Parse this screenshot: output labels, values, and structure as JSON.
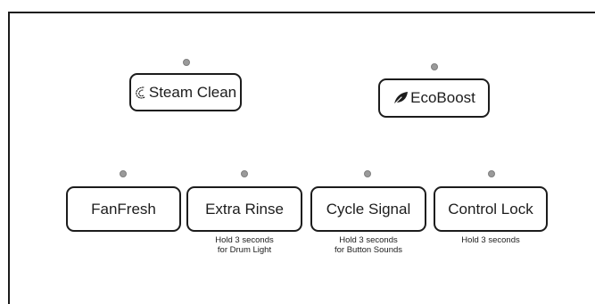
{
  "panel": {
    "top_row": [
      {
        "key": "steam_clean",
        "label": "Steam Clean",
        "icon": "steam-icon"
      },
      {
        "key": "ecoboost",
        "label": "EcoBoost",
        "icon": "leaf-icon"
      }
    ],
    "bottom_row": [
      {
        "key": "fanfresh",
        "label": "FanFresh",
        "hint_lines": []
      },
      {
        "key": "extra_rinse",
        "label": "Extra Rinse",
        "hint_lines": [
          "Hold 3 seconds",
          "for Drum Light"
        ]
      },
      {
        "key": "cycle_signal",
        "label": "Cycle Signal",
        "hint_lines": [
          "Hold 3 seconds",
          "for Button Sounds"
        ]
      },
      {
        "key": "control_lock",
        "label": "Control Lock",
        "hint_lines": [
          "Hold 3 seconds"
        ]
      }
    ],
    "colors": {
      "indicator": "#9a9a9a",
      "border": "#1c1c1c"
    }
  }
}
